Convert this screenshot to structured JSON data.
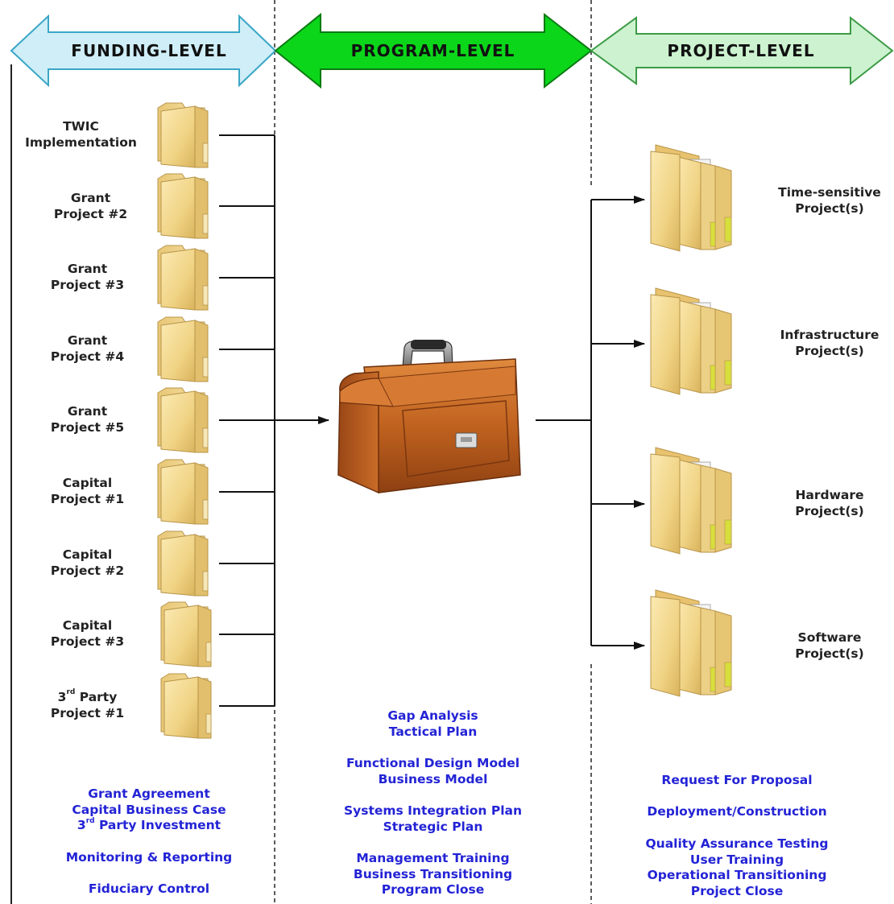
{
  "banners": {
    "funding": "FUNDING-LEVEL",
    "program": "PROGRAM-LEVEL",
    "project": "PROJECT-LEVEL"
  },
  "colors": {
    "funding_fill": "#cfeef7",
    "program_fill": "#0bd61a",
    "project_fill": "#ccf2cf",
    "deliverable_text": "#2323d6",
    "folder": "#f3d98f",
    "briefcase": "#c46a2a"
  },
  "funding_projects": [
    {
      "line1": "TWIC",
      "line2": "Implementation"
    },
    {
      "line1": "Grant",
      "line2": "Project #2"
    },
    {
      "line1": "Grant",
      "line2": "Project #3"
    },
    {
      "line1": "Grant",
      "line2": "Project #4"
    },
    {
      "line1": "Grant",
      "line2": "Project #5"
    },
    {
      "line1": "Capital",
      "line2": "Project #1"
    },
    {
      "line1": "Capital",
      "line2": "Project #2"
    },
    {
      "line1": "Capital",
      "line2": "Project #3"
    },
    {
      "line1_pre": "3",
      "line1_sup": "rd",
      "line1_post": " Party",
      "line2": "Project #1"
    }
  ],
  "project_types": [
    {
      "line1": "Time-sensitive",
      "line2": "Project(s)"
    },
    {
      "line1": "Infrastructure",
      "line2": "Project(s)"
    },
    {
      "line1": "Hardware",
      "line2": "Project(s)"
    },
    {
      "line1": "Software",
      "line2": "Project(s)"
    }
  ],
  "funding_deliverables": {
    "group1": {
      "l1": "Grant Agreement",
      "l2": "Capital Business Case",
      "l3_pre": "3",
      "l3_sup": "rd",
      "l3_post": " Party Investment"
    },
    "group2": "Monitoring & Reporting",
    "group3": "Fiduciary Control"
  },
  "program_deliverables": [
    [
      "Gap Analysis",
      "Tactical Plan"
    ],
    [
      "Functional Design Model",
      "Business Model"
    ],
    [
      "Systems Integration Plan",
      "Strategic Plan"
    ],
    [
      "Management Training",
      "Business Transitioning",
      "Program Close"
    ]
  ],
  "project_deliverables": [
    [
      "Request For Proposal"
    ],
    [
      "Deployment/Construction"
    ],
    [
      "Quality Assurance Testing",
      "User Training",
      "Operational Transitioning",
      "Project Close"
    ]
  ],
  "icons": {
    "folder": "folder-icon",
    "open_folder": "open-folder-icon",
    "briefcase": "briefcase-icon"
  }
}
